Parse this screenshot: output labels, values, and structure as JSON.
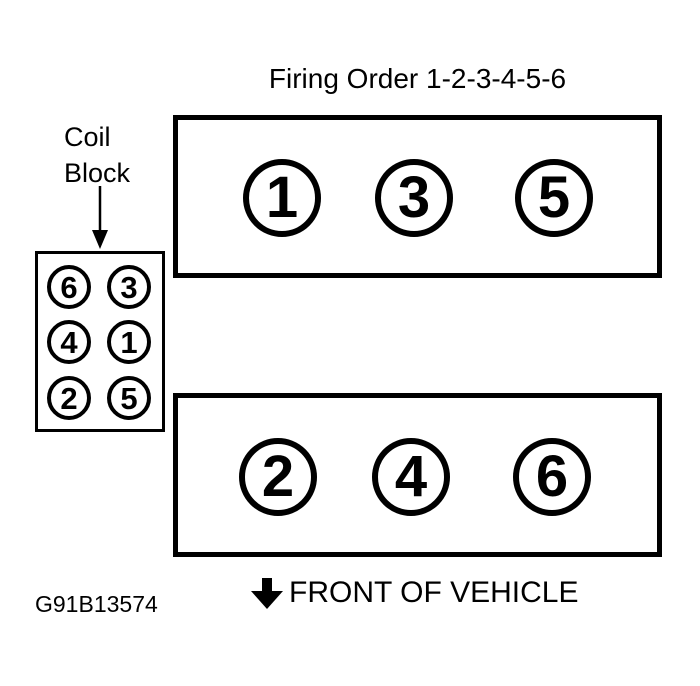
{
  "diagram": {
    "title": "Firing Order 1-2-3-4-5-6",
    "coil_block": {
      "label_line1": "Coil",
      "label_line2": "Block",
      "terminals": [
        [
          "6",
          "3"
        ],
        [
          "4",
          "1"
        ],
        [
          "2",
          "5"
        ]
      ]
    },
    "cylinder_banks": {
      "rear_bank": [
        "1",
        "3",
        "5"
      ],
      "front_bank": [
        "2",
        "4",
        "6"
      ]
    },
    "front_of_vehicle_label": "FRONT OF VEHICLE",
    "figure_id": "G91B13574",
    "colors": {
      "ink": "#000000",
      "background": "#ffffff"
    }
  }
}
